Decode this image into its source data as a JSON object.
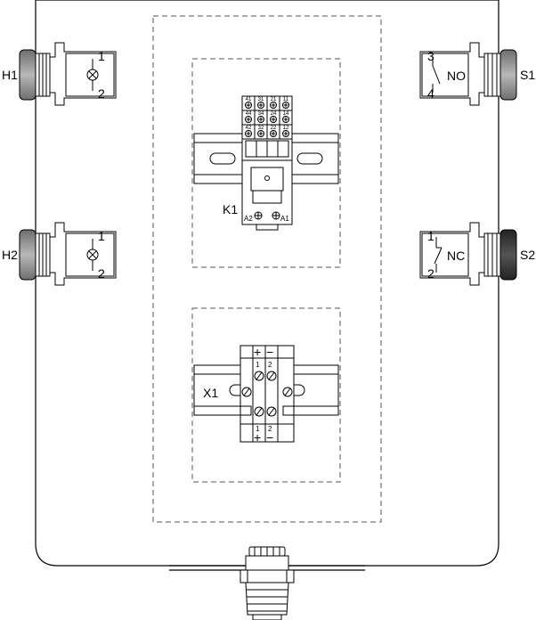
{
  "labels": {
    "indicator_top": "H1",
    "indicator_bottom": "H2",
    "switch_top": "S1",
    "switch_bottom": "S2",
    "relay": "K1",
    "terminal_block": "X1",
    "switch_top_type": "NO",
    "switch_bottom_type": "NC"
  },
  "pins": {
    "lamp_top_1": "1",
    "lamp_top_2": "2",
    "lamp_bottom_1": "1",
    "lamp_bottom_2": "2",
    "switch_no_3": "3",
    "switch_no_4": "4",
    "switch_nc_1": "1",
    "switch_nc_2": "2",
    "relay_a1": "A1",
    "relay_a2": "A2",
    "terminal_1_top": "1",
    "terminal_2_top": "2",
    "terminal_1_bottom": "1",
    "terminal_2_bottom": "2",
    "terminal_plus_top": "+",
    "terminal_minus_top": "−",
    "terminal_plus_bottom": "+",
    "terminal_minus_bottom": "−"
  },
  "relay_socket_labels": {
    "row1": [
      "41",
      "31",
      "21",
      "11"
    ],
    "row2": [
      "44",
      "34",
      "24",
      "14"
    ],
    "row3": [
      "42",
      "32",
      "22",
      "12"
    ]
  },
  "colors": {
    "stroke": "#000000",
    "button_gray": "#9a9a9a",
    "button_dark": "#3a3a3a",
    "dashed": "#555555"
  }
}
